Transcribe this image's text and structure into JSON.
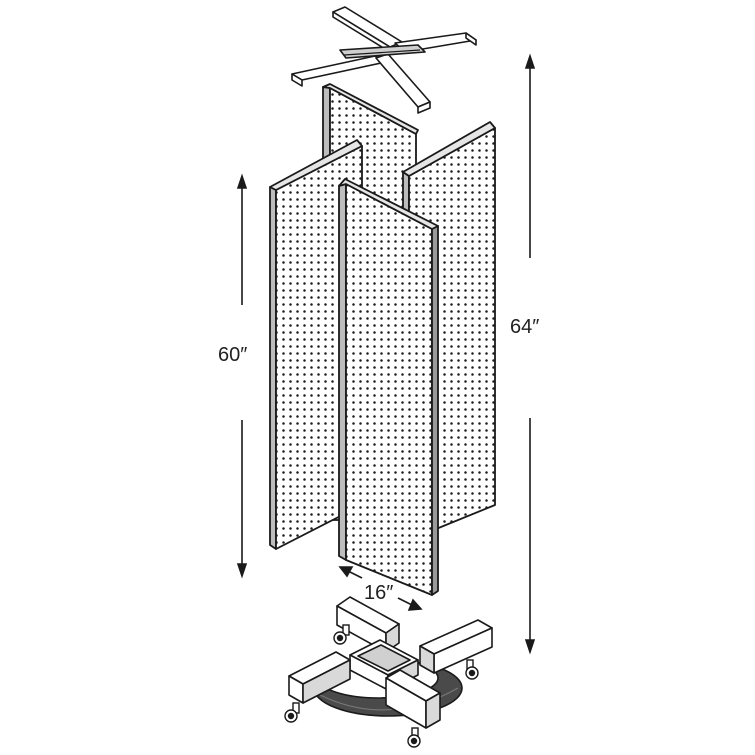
{
  "diagram": {
    "labels": {
      "height_panels": "60″",
      "height_total": "64″",
      "width_panel": "16″"
    },
    "colors": {
      "stroke": "#1a1a1a",
      "fill": "#ffffff",
      "shade": "#d9d9d9",
      "dark": "#444444"
    }
  }
}
